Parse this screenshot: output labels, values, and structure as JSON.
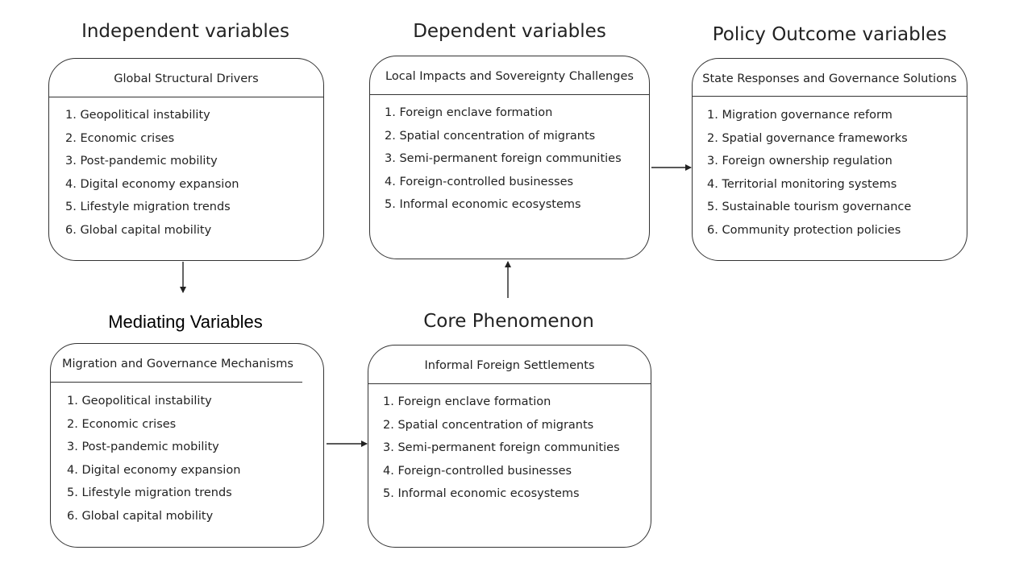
{
  "headings": {
    "independent": "Independent variables",
    "dependent": "Dependent variables",
    "policy": "Policy Outcome variables",
    "mediating": "Mediating Variables",
    "core": "Core Phenomenon"
  },
  "boxes": {
    "global_drivers": {
      "title": "Global Structural Drivers",
      "items": [
        "1. Geopolitical instability",
        "2. Economic crises",
        "3. Post-pandemic mobility",
        "4. Digital economy expansion",
        "5. Lifestyle migration trends",
        "6. Global capital mobility"
      ]
    },
    "local_impacts": {
      "title": "Local Impacts and Sovereignty Challenges",
      "items": [
        "1. Foreign enclave formation",
        "2. Spatial concentration of migrants",
        "3. Semi-permanent foreign communities",
        "4. Foreign-controlled businesses",
        "5. Informal economic ecosystems"
      ]
    },
    "state_responses": {
      "title": "State Responses and Governance Solutions",
      "items": [
        "1. Migration governance reform",
        "2. Spatial governance frameworks",
        "3. Foreign ownership regulation",
        "4. Territorial monitoring systems",
        "5. Sustainable tourism governance",
        "6. Community protection policies"
      ]
    },
    "migration_mechanisms": {
      "title": "Migration and Governance Mechanisms",
      "items": [
        "1. Geopolitical instability",
        "2. Economic crises",
        "3. Post-pandemic mobility",
        "4. Digital economy expansion",
        "5. Lifestyle migration trends",
        "6. Global capital mobility"
      ]
    },
    "informal_settlements": {
      "title": "Informal Foreign Settlements",
      "items": [
        "1. Foreign enclave formation",
        "2. Spatial concentration of migrants",
        "3. Semi-permanent foreign communities",
        "4. Foreign-controlled businesses",
        "5. Informal economic ecosystems"
      ]
    }
  },
  "colors": {
    "line": "#333333",
    "text": "#222222",
    "background": "#ffffff"
  }
}
